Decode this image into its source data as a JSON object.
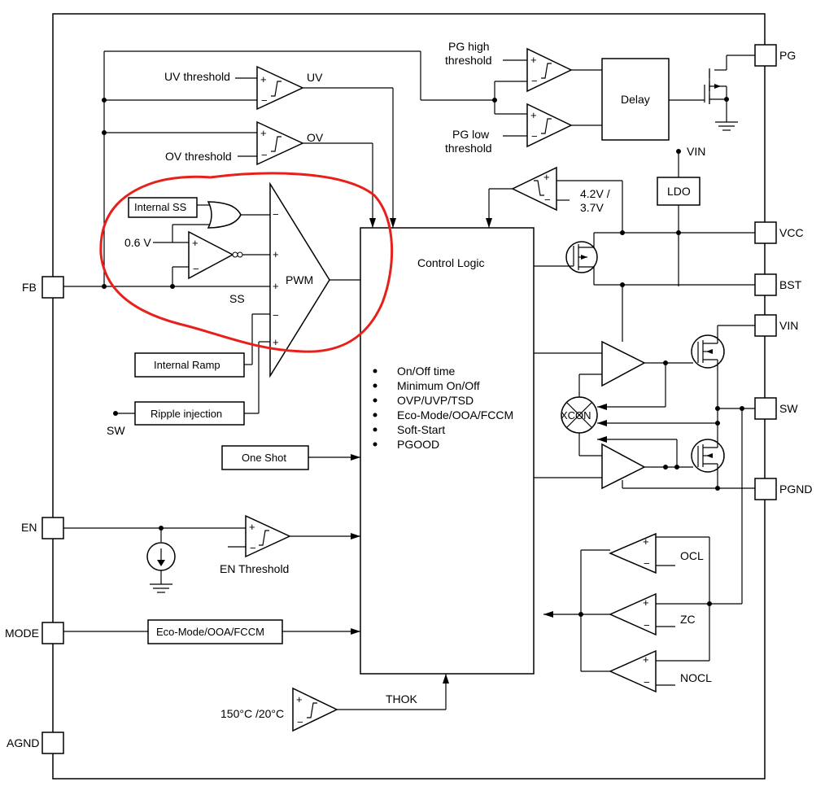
{
  "pins": {
    "pg": "PG",
    "vcc": "VCC",
    "bst": "BST",
    "vin": "VIN",
    "sw": "SW",
    "pgnd": "PGND",
    "fb": "FB",
    "en": "EN",
    "mode": "MODE",
    "agnd": "AGND"
  },
  "labels": {
    "uv_threshold": "UV threshold",
    "uv": "UV",
    "ov_threshold": "OV threshold",
    "ov": "OV",
    "pg_high": [
      "PG high",
      "threshold"
    ],
    "pg_low": [
      "PG low",
      "threshold"
    ],
    "delay": "Delay",
    "vin_top": "VIN",
    "ldo": "LDO",
    "uvlo": [
      "4.2V /",
      "3.7V"
    ],
    "internal_ss": "Internal SS",
    "vref": "0.6 V",
    "ss": "SS",
    "pwm": "PWM",
    "internal_ramp": "Internal Ramp",
    "ripple_injection": "Ripple injection",
    "sw_in": "SW",
    "one_shot": "One Shot",
    "control_logic": "Control Logic",
    "logic_items": [
      "On/Off time",
      "Minimum On/Off",
      "OVP/UVP/TSD",
      "Eco-Mode/OOA/FCCM",
      "Soft-Start",
      "PGOOD"
    ],
    "xcon": "XCON",
    "en_threshold": "EN Threshold",
    "eco_mode": "Eco-Mode/OOA/FCCM",
    "tsd": "150°C /20°C",
    "thok": "THOK",
    "ocl": "OCL",
    "zc": "ZC",
    "nocl": "NOCL"
  },
  "colors": {
    "line": "#000000",
    "highlight": "#e8201c"
  }
}
